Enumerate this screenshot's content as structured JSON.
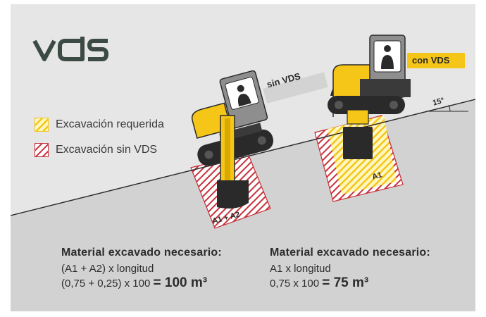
{
  "brand": {
    "logo_text": "vds",
    "accent_color": "#f5c518",
    "background": "#e6e6e6"
  },
  "legend": [
    {
      "label": "Excavación requerida",
      "swatch": "yellow-hatch"
    },
    {
      "label": "Excavación sin VDS",
      "swatch": "red-hatch"
    }
  ],
  "diagram": {
    "label_without": "sin VDS",
    "label_with": "con VDS",
    "slope_angle": "15°",
    "area_without": "A1 + A2",
    "area_with": "A1"
  },
  "result_without": {
    "title": "Material excavado necesario:",
    "formula": "(A1 + A2) x longitud",
    "calc": "(0,75 + 0,25) x 100",
    "total": "= 100 m³"
  },
  "result_with": {
    "title": "Material excavado necesario:",
    "formula": "A1 x longitud",
    "calc": "0,75 x 100",
    "total": "= 75 m³"
  }
}
